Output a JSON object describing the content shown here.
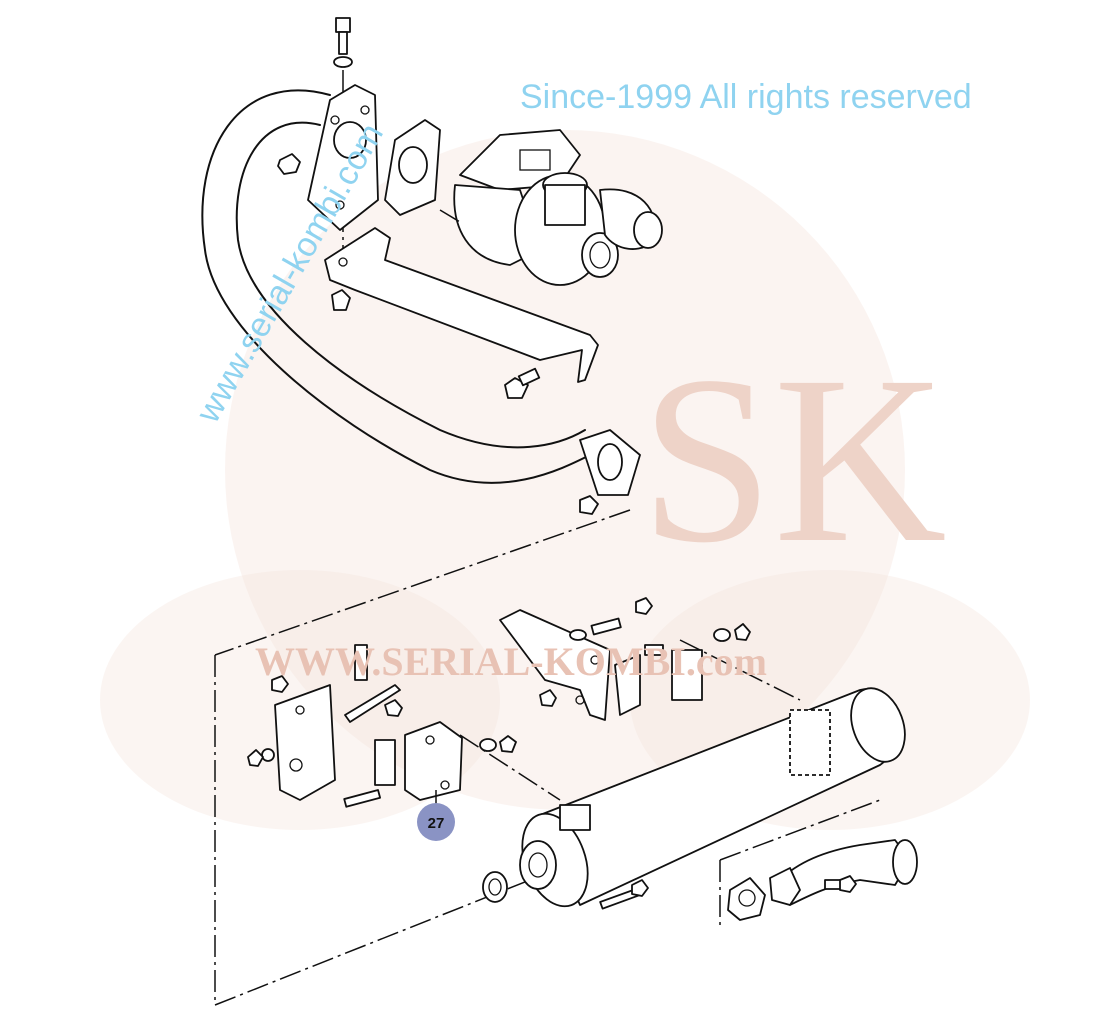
{
  "watermark": {
    "left_arc": "www.serial-kombi.com",
    "right_arc": "Since-1999 All rights reserved",
    "logo_text": "WWW.SERIAL-KOMBI.com",
    "logo_monogram": "SK"
  },
  "callouts": [
    {
      "label": "27",
      "color": "#8a93c4"
    }
  ]
}
